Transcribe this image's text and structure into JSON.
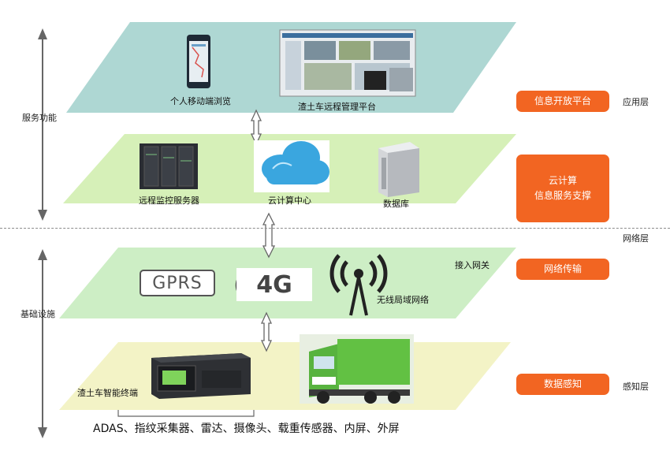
{
  "axis": {
    "service": "服务功能",
    "infra": "基础设施"
  },
  "layers": {
    "app": {
      "mobile": "个人移动端浏览",
      "platform": "渣土车远程管理平台"
    },
    "cloud": {
      "server": "远程监控服务器",
      "center": "云计算中心",
      "db": "数据库"
    },
    "network": {
      "gateway": "接入网关",
      "gprs": "GPRS",
      "g4": "4G",
      "wlan": "无线局域网络"
    },
    "sense": {
      "terminal": "渣土车智能终端",
      "devices": "ADAS、指纹采集器、雷达、摄像头、载重传感器、内屏、外屏"
    }
  },
  "pills": {
    "open": "信息开放平台",
    "cloud_line1": "云计算",
    "cloud_line2": "信息服务支撑",
    "net": "网络传输",
    "data": "数据感知"
  },
  "layer_names": {
    "app": "应用层",
    "net": "网络层",
    "sense": "感知层"
  },
  "colors": {
    "app_layer": "#aed7d3",
    "cloud_layer": "#d6f0b8",
    "net_layer": "#cdeec5",
    "sense_layer": "#f3f3c6",
    "accent": "#f26522"
  }
}
